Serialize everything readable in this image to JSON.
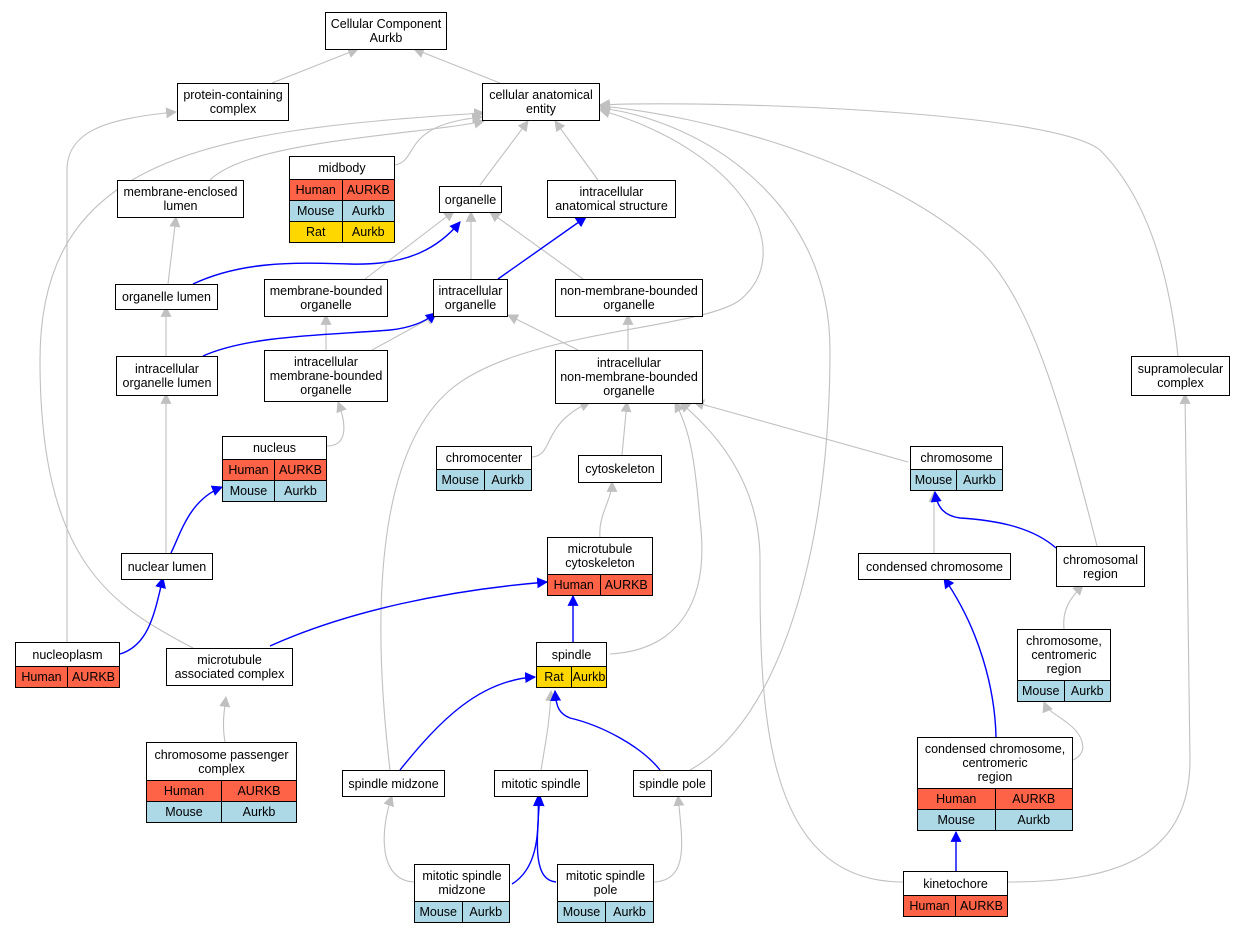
{
  "colors": {
    "gray_edge": "#c0c0c0",
    "blue_edge": "#0000ff",
    "human": "#ff6347",
    "mouse": "#add8e6",
    "rat": "#ffd700"
  },
  "nodes": [
    {
      "id": "root",
      "label": "Cellular Component\nAurkb",
      "rows": []
    },
    {
      "id": "pcc",
      "label": "protein-containing\ncomplex",
      "rows": []
    },
    {
      "id": "cae",
      "label": "cellular anatomical\nentity",
      "rows": []
    },
    {
      "id": "midbody",
      "label": "midbody",
      "rows": [
        [
          "Human",
          "AURKB"
        ],
        [
          "Mouse",
          "Aurkb"
        ],
        [
          "Rat",
          "Aurkb"
        ]
      ]
    },
    {
      "id": "mel",
      "label": "membrane-enclosed\nlumen",
      "rows": []
    },
    {
      "id": "organelle",
      "label": "organelle",
      "rows": []
    },
    {
      "id": "ias",
      "label": "intracellular\nanatomical structure",
      "rows": []
    },
    {
      "id": "ol",
      "label": "organelle lumen",
      "rows": []
    },
    {
      "id": "mbo",
      "label": "membrane-bounded\norganelle",
      "rows": []
    },
    {
      "id": "io",
      "label": "intracellular\norganelle",
      "rows": []
    },
    {
      "id": "nmbo",
      "label": "non-membrane-bounded\norganelle",
      "rows": []
    },
    {
      "id": "iol",
      "label": "intracellular\norganelle lumen",
      "rows": []
    },
    {
      "id": "imbo",
      "label": "intracellular\nmembrane-bounded\norganelle",
      "rows": []
    },
    {
      "id": "inmbo",
      "label": "intracellular\nnon-membrane-bounded\norganelle",
      "rows": []
    },
    {
      "id": "smc",
      "label": "supramolecular\ncomplex",
      "rows": []
    },
    {
      "id": "nucleus",
      "label": "nucleus",
      "rows": [
        [
          "Human",
          "AURKB"
        ],
        [
          "Mouse",
          "Aurkb"
        ]
      ]
    },
    {
      "id": "chromocenter",
      "label": "chromocenter",
      "rows": [
        [
          "Mouse",
          "Aurkb"
        ]
      ]
    },
    {
      "id": "cytoskeleton",
      "label": "cytoskeleton",
      "rows": []
    },
    {
      "id": "chromosome",
      "label": "chromosome",
      "rows": [
        [
          "Mouse",
          "Aurkb"
        ]
      ]
    },
    {
      "id": "nl",
      "label": "nuclear lumen",
      "rows": []
    },
    {
      "id": "mtc",
      "label": "microtubule\ncytoskeleton",
      "rows": [
        [
          "Human",
          "AURKB"
        ]
      ]
    },
    {
      "id": "cc",
      "label": "condensed chromosome",
      "rows": []
    },
    {
      "id": "cr",
      "label": "chromosomal\nregion",
      "rows": []
    },
    {
      "id": "np",
      "label": "nucleoplasm",
      "rows": [
        [
          "Human",
          "AURKB"
        ]
      ]
    },
    {
      "id": "mac",
      "label": "microtubule\nassociated complex",
      "rows": []
    },
    {
      "id": "spindle",
      "label": "spindle",
      "rows": [
        [
          "Rat",
          "Aurkb"
        ]
      ]
    },
    {
      "id": "ccr",
      "label": "chromosome,\ncentromeric\nregion",
      "rows": [
        [
          "Mouse",
          "Aurkb"
        ]
      ]
    },
    {
      "id": "cpc",
      "label": "chromosome passenger\ncomplex",
      "rows": [
        [
          "Human",
          "AURKB"
        ],
        [
          "Mouse",
          "Aurkb"
        ]
      ]
    },
    {
      "id": "ccr2",
      "label": "condensed chromosome,\ncentromeric\nregion",
      "rows": [
        [
          "Human",
          "AURKB"
        ],
        [
          "Mouse",
          "Aurkb"
        ]
      ]
    },
    {
      "id": "smz",
      "label": "spindle midzone",
      "rows": []
    },
    {
      "id": "ms",
      "label": "mitotic spindle",
      "rows": []
    },
    {
      "id": "sp",
      "label": "spindle pole",
      "rows": []
    },
    {
      "id": "msm",
      "label": "mitotic spindle\nmidzone",
      "rows": [
        [
          "Mouse",
          "Aurkb"
        ]
      ]
    },
    {
      "id": "msp",
      "label": "mitotic spindle\npole",
      "rows": [
        [
          "Mouse",
          "Aurkb"
        ]
      ]
    },
    {
      "id": "kt",
      "label": "kinetochore",
      "rows": [
        [
          "Human",
          "AURKB"
        ]
      ]
    }
  ]
}
